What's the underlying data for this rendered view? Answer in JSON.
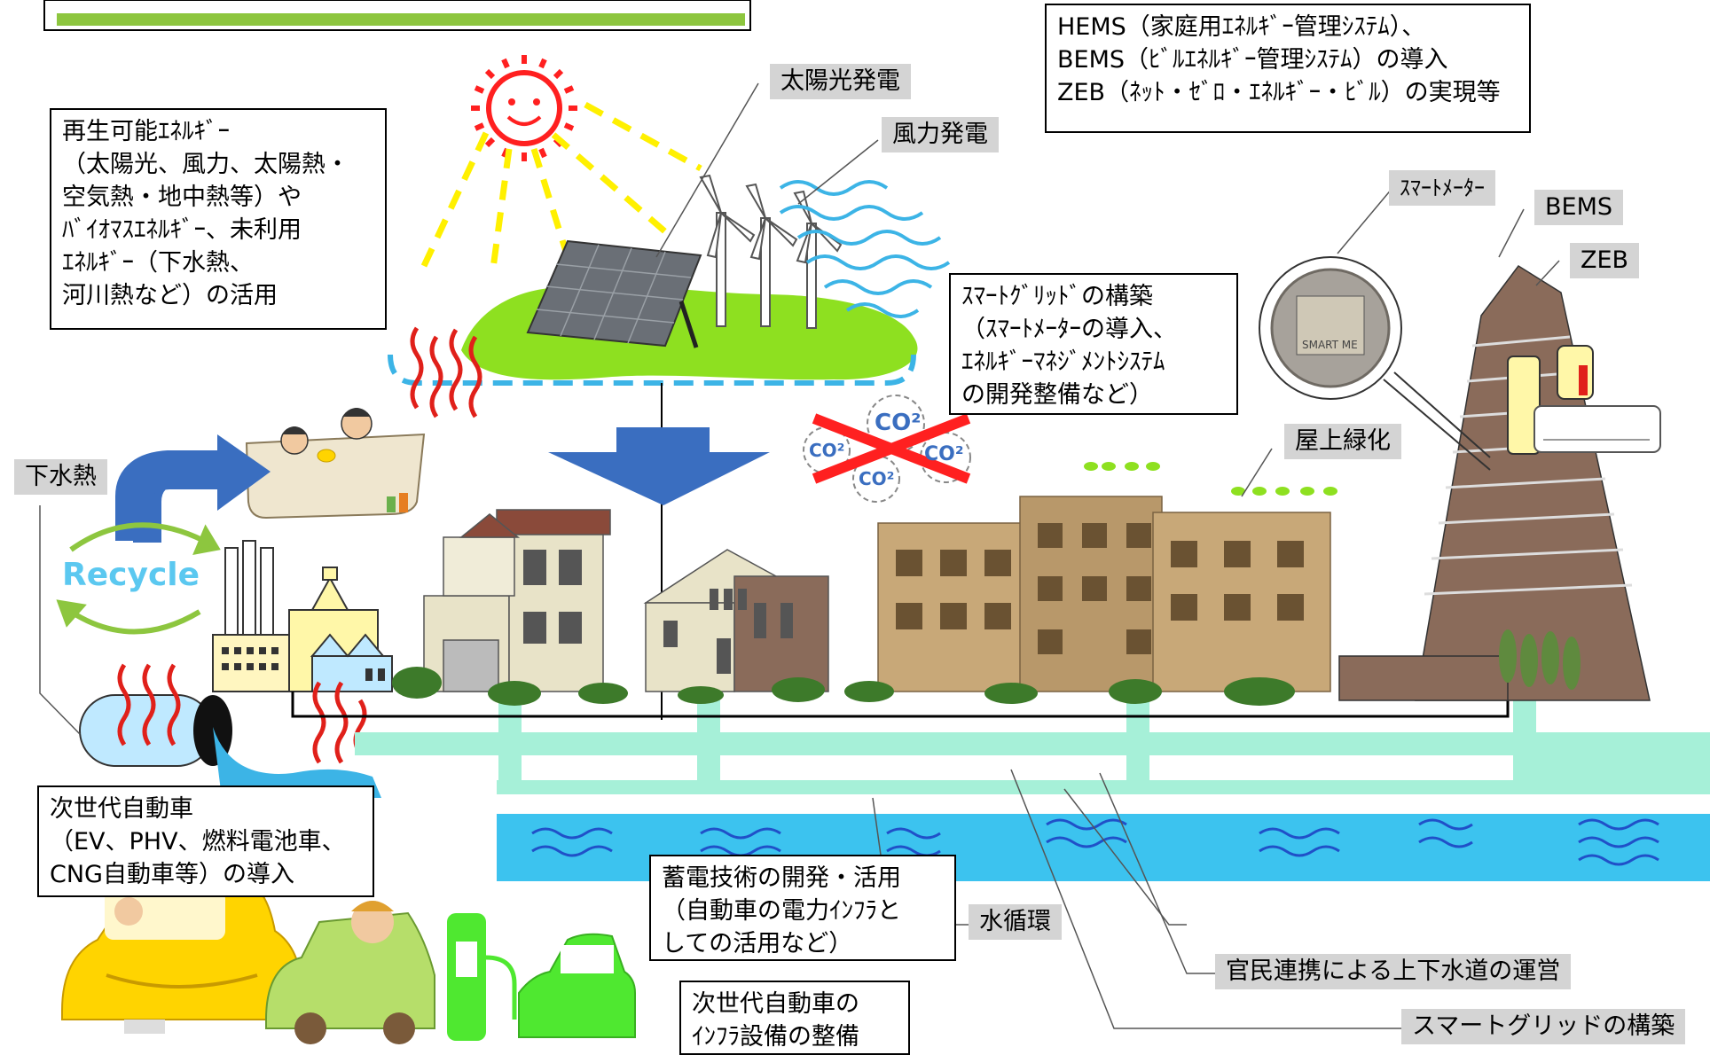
{
  "callouts": {
    "renewable": "再生可能ｴﾈﾙｷﾞｰ\n（太陽光、風力、太陽熱・\n空気熱・地中熱等）や\nﾊﾞｲｵﾏｽｴﾈﾙｷﾞｰ、未利用\nｴﾈﾙｷﾞｰ（下水熱、\n河川熱など）の活用",
    "hems": "HEMS（家庭用ｴﾈﾙｷﾞｰ管理ｼｽﾃﾑ）、\nBEMS（ﾋﾞﾙｴﾈﾙｷﾞｰ管理ｼｽﾃﾑ）の導入\nZEB（ﾈｯﾄ・ｾﾞﾛ・ｴﾈﾙｷﾞｰ・ﾋﾞﾙ）の実現等",
    "smartgrid_build": "ｽﾏｰﾄｸﾞﾘｯﾄﾞの構築\n（ｽﾏｰﾄﾒｰﾀｰの導入、\nｴﾈﾙｷﾞｰﾏﾈｼﾞﾒﾝﾄｼｽﾃﾑ\nの開発整備など）",
    "nextgen_car": "次世代自動車\n（EV、PHV、燃料電池車、\nCNG自動車等）の導入",
    "storage": "蓄電技術の開発・活用\n（自動車の電力ｲﾝﾌﾗと\nしての活用など）",
    "infra": "次世代自動車の\nｲﾝﾌﾗ設備の整備"
  },
  "tags": {
    "solar": "太陽光発電",
    "wind": "風力発電",
    "smart_meter": "ｽﾏｰﾄﾒｰﾀｰ",
    "bems": "BEMS",
    "zeb": "ZEB",
    "sewage_heat": "下水熱",
    "rooftop": "屋上緑化",
    "water_cycle": "水循環",
    "public_private": "官民連携による上下水道の運営",
    "smart_grid": "スマートグリッドの構築"
  },
  "recycle_label": "Recycle",
  "co2_label": "CO²",
  "meter_label": "SMART ME",
  "colors": {
    "sky_line": "#3cb4e6",
    "water": "#3cc3ef",
    "pipe": "#a6f0d8",
    "grass": "#8ee020",
    "building": "#c8a878",
    "car_yellow": "#ffd400",
    "car_green": "#4fe830",
    "sun": "#ff2020",
    "arrow_blue": "#3a6ec0",
    "heat_red": "#e0201a",
    "cross_red": "#ff2020"
  }
}
